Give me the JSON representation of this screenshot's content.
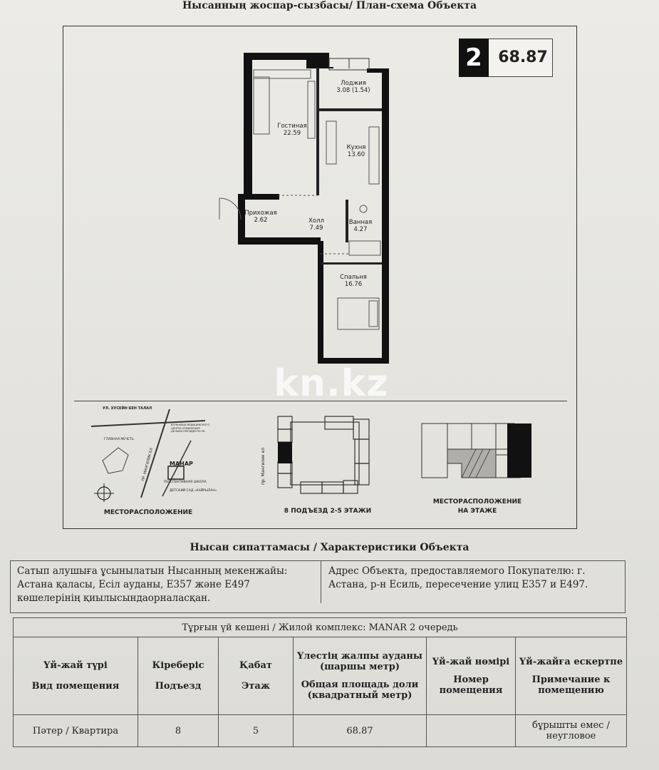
{
  "header": {
    "title": "Нысанның жоспар-сызбасы/ План-схема Объекта"
  },
  "badge": {
    "rooms": "2",
    "area": "68.87"
  },
  "rooms": [
    {
      "name": "Лоджия",
      "area": "3.08 (1.54)"
    },
    {
      "name": "Гостиная",
      "area": "22.59"
    },
    {
      "name": "Кухня",
      "area": "13.60"
    },
    {
      "name": "Прихожая",
      "area": "2.62"
    },
    {
      "name": "Холл",
      "area": "7.49"
    },
    {
      "name": "Ванная",
      "area": "4.27"
    },
    {
      "name": "Спальня",
      "area": "16.76"
    }
  ],
  "watermark": "kn.kz",
  "location_map": {
    "caption": "МЕСТОРАСПОЛОЖЕНИЕ",
    "streets": [
      "УЛ. ХУСЕЙН БЕН ТАЛАЛ",
      "ПР. МАНГИЛИК ЕЛ"
    ],
    "labels": [
      "БОЛЬНИЦА МЕДИЦИНСКОГО ЦЕНТРА УПРАВЛЕНИЯ ДЕЛАМИ ПРЕЗИДЕНТА РК",
      "ГЛАВНАЯ МЕЧЕТЬ",
      "ПЕРСПЕКТИВНАЯ ШКОЛА",
      "ДЕТСКИЙ САД «КАЙРЫЛАН»",
      "МАНАР"
    ]
  },
  "building_plan": {
    "caption": "8 ПОДЪЕЗД 2-5 ЭТАЖИ",
    "street": "пр. Мангилик ел"
  },
  "floor_location": {
    "caption_line1": "МЕСТОРАСПОЛОЖЕНИЕ",
    "caption_line2": "НА ЭТАЖЕ"
  },
  "characteristics": {
    "title": "Нысан сипаттамасы / Характеристики Объекта",
    "address_kz": "Сатып алушыға ұсынылатын Нысанның мекенжайы: Астана қаласы, Есіл ауданы, Е357 және Е497 көшелерінің қиылысындаорналасқан.",
    "address_ru": "Адрес Объекта, предоставляемого Покупателю: г. Астана, р-н Есиль, пересечение улиц Е357 и Е497."
  },
  "table": {
    "complex": "Тұрғын үй кешені / Жилой комплекс: MANAR 2 очередь",
    "headers": [
      {
        "kz": "Үй-жай түрі",
        "ru": "Вид помещения"
      },
      {
        "kz": "Кіреберіс",
        "ru": "Подъезд"
      },
      {
        "kz": "Қабат",
        "ru": "Этаж"
      },
      {
        "kz": "Үлестің жалпы ауданы (шаршы метр)",
        "ru": "Общая площадь доли (квадратный метр)"
      },
      {
        "kz": "Үй-жай нөмірі",
        "ru": "Номер помещения"
      },
      {
        "kz": "Үй-жайға ескертпе",
        "ru": "Примечание к помещению"
      }
    ],
    "row": {
      "type": "Пәтер / Квартира",
      "entrance": "8",
      "floor": "5",
      "area": "68.87",
      "number": "",
      "note": "бұрышты емес / неугловое"
    }
  }
}
